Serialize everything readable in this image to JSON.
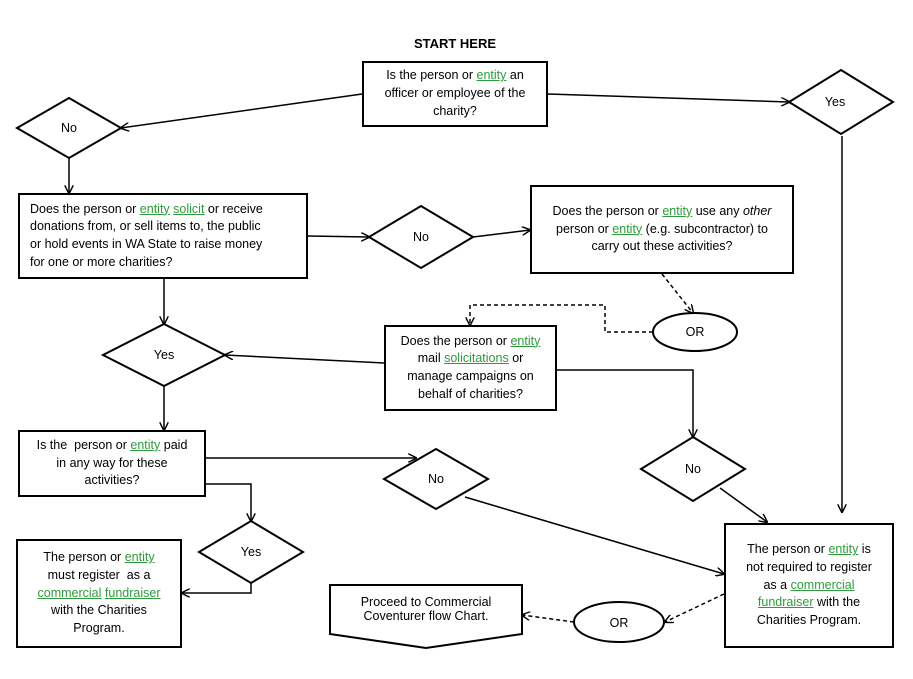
{
  "title": "START HERE",
  "link_color": "#2e9b3c",
  "nodes": {
    "q_officer": {
      "lines": [
        [
          {
            "t": "Is the person or "
          },
          {
            "t": "entity",
            "link": true
          },
          {
            "t": " an"
          }
        ],
        [
          {
            "t": "officer or employee of the"
          }
        ],
        [
          {
            "t": "charity?"
          }
        ]
      ]
    },
    "q_solicit": {
      "lines": [
        [
          {
            "t": "Does the person or "
          },
          {
            "t": "entity",
            "link": true
          },
          {
            "t": " "
          },
          {
            "t": "solicit",
            "link": true
          },
          {
            "t": " or receive"
          }
        ],
        [
          {
            "t": "donations from, or sell items to, the public"
          }
        ],
        [
          {
            "t": "or hold events in WA State to raise money"
          }
        ],
        [
          {
            "t": "for one or more charities?"
          }
        ]
      ]
    },
    "q_other_person": {
      "lines": [
        [
          {
            "t": "Does the person or "
          },
          {
            "t": "entity",
            "link": true
          },
          {
            "t": " use any "
          },
          {
            "t": "other",
            "italic": true
          }
        ],
        [
          {
            "t": "person or "
          },
          {
            "t": "entity",
            "link": true
          },
          {
            "t": " (e.g. subcontractor) to"
          }
        ],
        [
          {
            "t": "carry out these activities?"
          }
        ]
      ]
    },
    "q_mail": {
      "lines": [
        [
          {
            "t": "Does the person or "
          },
          {
            "t": "entity",
            "link": true
          }
        ],
        [
          {
            "t": "mail "
          },
          {
            "t": "solicitations",
            "link": true
          },
          {
            "t": " or"
          }
        ],
        [
          {
            "t": "manage campaigns on"
          }
        ],
        [
          {
            "t": "behalf of charities?"
          }
        ]
      ]
    },
    "q_paid": {
      "lines": [
        [
          {
            "t": "Is the  person or "
          },
          {
            "t": "entity",
            "link": true
          },
          {
            "t": " paid"
          }
        ],
        [
          {
            "t": "in any way for these"
          }
        ],
        [
          {
            "t": "activities?"
          }
        ]
      ]
    },
    "r_must_register": {
      "lines": [
        [
          {
            "t": "The person or "
          },
          {
            "t": "entity",
            "link": true
          }
        ],
        [
          {
            "t": "must register  as a"
          }
        ],
        [
          {
            "t": "commercial",
            "link": true
          },
          {
            "t": " "
          },
          {
            "t": "fundraiser",
            "link": true
          }
        ],
        [
          {
            "t": "with the Charities"
          }
        ],
        [
          {
            "t": "Program."
          }
        ]
      ]
    },
    "r_not_required": {
      "lines": [
        [
          {
            "t": "The person or "
          },
          {
            "t": "entity",
            "link": true
          },
          {
            "t": " is"
          }
        ],
        [
          {
            "t": "not required to register"
          }
        ],
        [
          {
            "t": "as a "
          },
          {
            "t": "commercial",
            "link": true
          }
        ],
        [
          {
            "t": "fundraiser",
            "link": true
          },
          {
            "t": " with the"
          }
        ],
        [
          {
            "t": "Charities Program."
          }
        ]
      ]
    },
    "r_coventurer": {
      "lines": [
        [
          {
            "t": "Proceed to Commercial"
          }
        ],
        [
          {
            "t": "Coventurer flow Chart."
          }
        ]
      ]
    }
  },
  "decisions": {
    "d_no_top": "No",
    "d_yes_top": "Yes",
    "d_no_mid": "No",
    "d_yes_mid": "Yes",
    "d_no_paid": "No",
    "d_no_mail": "No",
    "d_yes_paid": "Yes"
  },
  "connectors": {
    "or_upper": "OR",
    "or_lower": "OR"
  }
}
